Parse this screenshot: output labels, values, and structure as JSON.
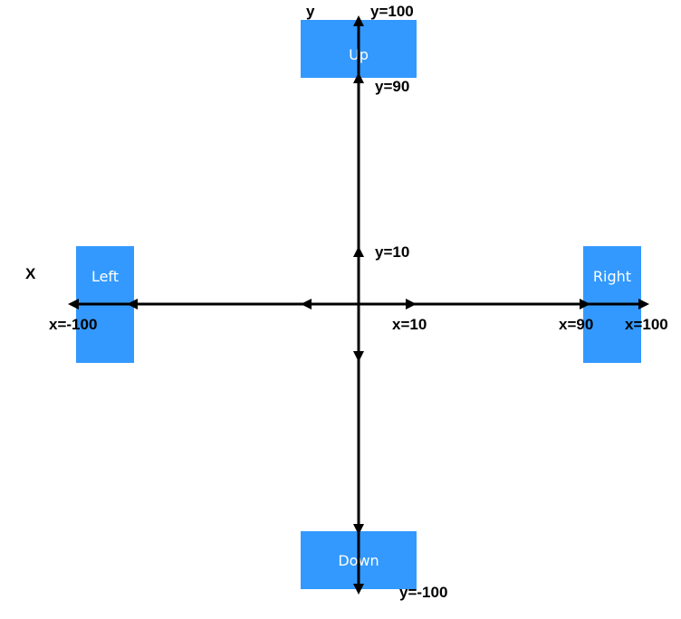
{
  "buttons": {
    "up": "Up",
    "down": "Down",
    "left": "Left",
    "right": "Right"
  },
  "axes": {
    "x_axis": "X",
    "y_axis": "y"
  },
  "labels": {
    "y_max": "y=100",
    "y_90": "y=90",
    "y_10": "y=10",
    "y_min": "y=-100",
    "x_min": "x=-100",
    "x_10": "x=10",
    "x_90": "x=90",
    "x_max": "x=100"
  },
  "colors": {
    "box": "#3399ff",
    "box_text": "#ffffff",
    "axis": "#000000"
  }
}
